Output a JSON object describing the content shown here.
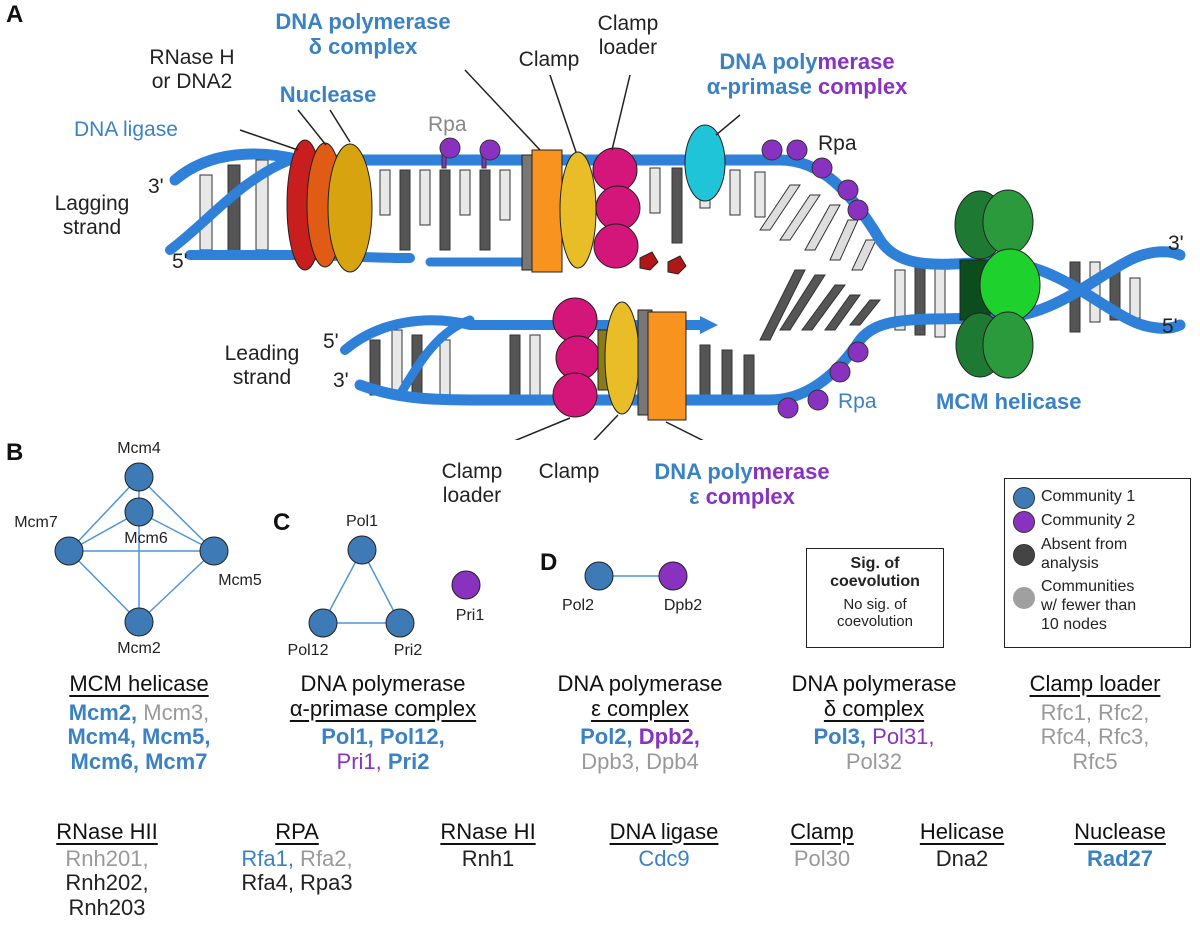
{
  "panels": {
    "a": "A",
    "b": "B",
    "c": "C",
    "d": "D"
  },
  "panel_a": {
    "labels": {
      "rnase_h": "RNase H",
      "or_dna2": "or DNA2",
      "nuclease": "Nuclease",
      "dna_ligase": "DNA ligase",
      "pol_delta_1": "DNA polymerase",
      "pol_delta_2": "δ complex",
      "clamp_top": "Clamp",
      "clamp_loader_top_1": "Clamp",
      "clamp_loader_top_2": "loader",
      "pol_alpha_1a": "DNA poly",
      "pol_alpha_1b": "merase",
      "pol_alpha_2a": "α-primase",
      "pol_alpha_2b": "complex",
      "rpa_gray": "Rpa",
      "rpa_right": "Rpa",
      "rpa_bottom": "Rpa",
      "three_prime_top_left": "3'",
      "five_prime_top_left": "5'",
      "lagging_1": "Lagging",
      "lagging_2": "strand",
      "leading_1": "Leading",
      "leading_2": "strand",
      "five_prime_lead": "5'",
      "three_prime_lead": "3'",
      "three_prime_right": "3'",
      "five_prime_right": "5'",
      "mcm_helicase": "MCM helicase",
      "clamp_loader_bottom_1": "Clamp",
      "clamp_loader_bottom_2": "loader",
      "clamp_bottom": "Clamp",
      "pol_eps_1a": "DNA poly",
      "pol_eps_1b": "merase",
      "pol_eps_2a": "ε ",
      "pol_eps_2b": "complex"
    }
  },
  "panel_b": {
    "nodes": [
      "Mcm4",
      "Mcm6",
      "Mcm7",
      "Mcm5",
      "Mcm2"
    ]
  },
  "panel_c": {
    "nodes": [
      "Pol1",
      "Pol12",
      "Pri2",
      "Pri1"
    ]
  },
  "panel_d": {
    "nodes": [
      "Pol2",
      "Dpb2"
    ]
  },
  "sig_box": {
    "title_1": "Sig. of",
    "title_2": "coevolution",
    "sub_1": "No sig. of",
    "sub_2": "coevolution"
  },
  "legend": {
    "community1": "Community 1",
    "community2": "Community 2",
    "absent_1": "Absent from",
    "absent_2": "analysis",
    "few_1": "Communities",
    "few_2": "w/ fewer than",
    "few_3": "10 nodes",
    "colors": {
      "community1": "#3e7bb6",
      "community2": "#8a32c0",
      "absent": "#444444",
      "few": "#a0a0a0"
    }
  },
  "complexes_row1": {
    "mcm": {
      "header": "MCM helicase",
      "l1a": "Mcm2,",
      "l1b": " Mcm3,",
      "l2": "Mcm4, Mcm5,",
      "l3": "Mcm6, Mcm7"
    },
    "alpha": {
      "header1": "DNA polymerase",
      "header2": "α-primase complex",
      "l1": "Pol1, Pol12,",
      "l2a": "Pri1, ",
      "l2b": "Pri2"
    },
    "eps": {
      "header1": "DNA polymerase",
      "header2": "ε complex",
      "l1a": "Pol2, ",
      "l1b": "Dpb2,",
      "l2": "Dpb3, Dpb4"
    },
    "delta": {
      "header1": "DNA polymerase",
      "header2": "δ complex",
      "l1a": "Pol3, ",
      "l1b": "Pol31,",
      "l2": "Pol32"
    },
    "loader": {
      "header": "Clamp loader",
      "l1": "Rfc1, Rfc2,",
      "l2": "Rfc4, Rfc3,",
      "l3": "Rfc5"
    }
  },
  "complexes_row2": {
    "rnh2": {
      "header": "RNase HII",
      "l1": "Rnh201,",
      "l2": "Rnh202,",
      "l3": "Rnh203"
    },
    "rpa": {
      "header": "RPA",
      "l1a": "Rfa1, ",
      "l1b": "Rfa2,",
      "l2": "Rfa4, Rpa3"
    },
    "rnh1": {
      "header": "RNase HI",
      "l1": "Rnh1"
    },
    "ligase": {
      "header": "DNA ligase",
      "l1": "Cdc9"
    },
    "clamp": {
      "header": "Clamp",
      "l1": "Pol30"
    },
    "helicase": {
      "header": "Helicase",
      "l1": "Dna2"
    },
    "nuclease": {
      "header": "Nuclease",
      "l1": "Rad27"
    }
  }
}
